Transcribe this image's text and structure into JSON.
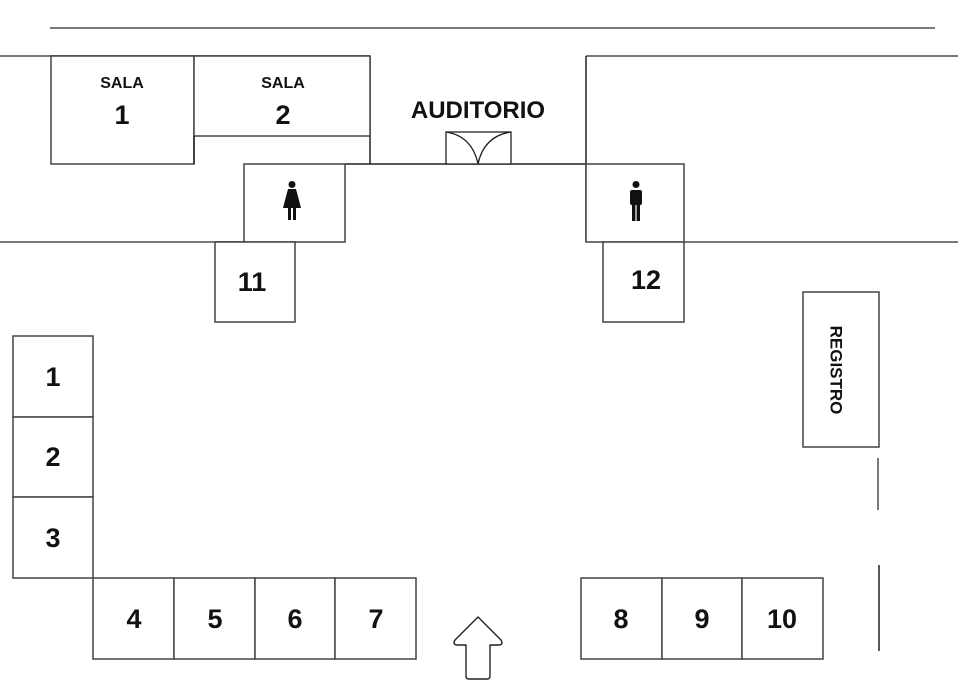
{
  "title": "Event floor plan",
  "rooms": {
    "sala1": {
      "line1": "SALA",
      "line2": "1"
    },
    "sala2": {
      "line1": "SALA",
      "line2": "2"
    },
    "auditorium": {
      "label": "AUDITORIO"
    },
    "registration": {
      "label": "REGISTRO"
    }
  },
  "restrooms": {
    "women": {
      "icon": "woman-restroom-icon"
    },
    "men": {
      "icon": "man-restroom-icon"
    }
  },
  "booths": {
    "b1": "1",
    "b2": "2",
    "b3": "3",
    "b4": "4",
    "b5": "5",
    "b6": "6",
    "b7": "7",
    "b8": "8",
    "b9": "9",
    "b10": "10",
    "b11": "11",
    "b12": "12"
  },
  "icons": {
    "entrance": "up-arrow-icon",
    "door": "double-door-icon"
  },
  "colors": {
    "wall": "#7a7a7a",
    "outline": "#444444",
    "text": "#111111",
    "background": "#ffffff"
  }
}
